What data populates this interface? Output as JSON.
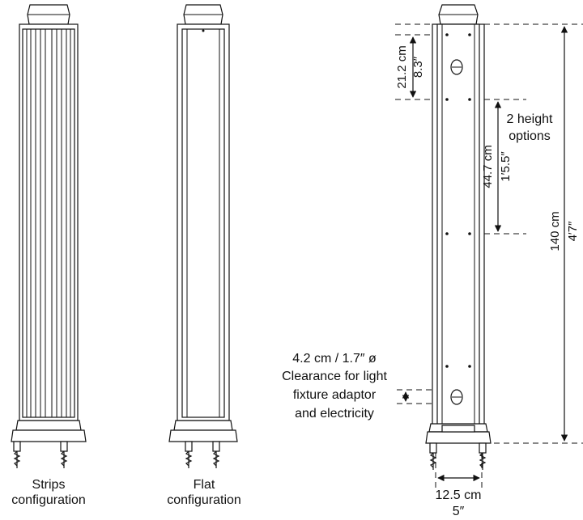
{
  "posts": [
    {
      "caption_line1": "Strips",
      "caption_line2": "configuration"
    },
    {
      "caption_line1": "Flat",
      "caption_line2": "configuration"
    }
  ],
  "dimensions": {
    "top_gap_metric": "21.2 cm",
    "top_gap_imperial": "8.3″",
    "height_option_metric": "44.7 cm",
    "height_option_imperial": "1′5.5″",
    "height_options_line1": "2 height",
    "height_options_line2": "options",
    "total_height_metric": "140 cm",
    "total_height_imperial": "4′7″",
    "width_metric": "12.5 cm",
    "width_imperial": "5″"
  },
  "clearance_note": {
    "line1": "4.2 cm / 1.7″  ø",
    "line2": "Clearance for light",
    "line3": "fixture adaptor",
    "line4": "and electricity"
  }
}
